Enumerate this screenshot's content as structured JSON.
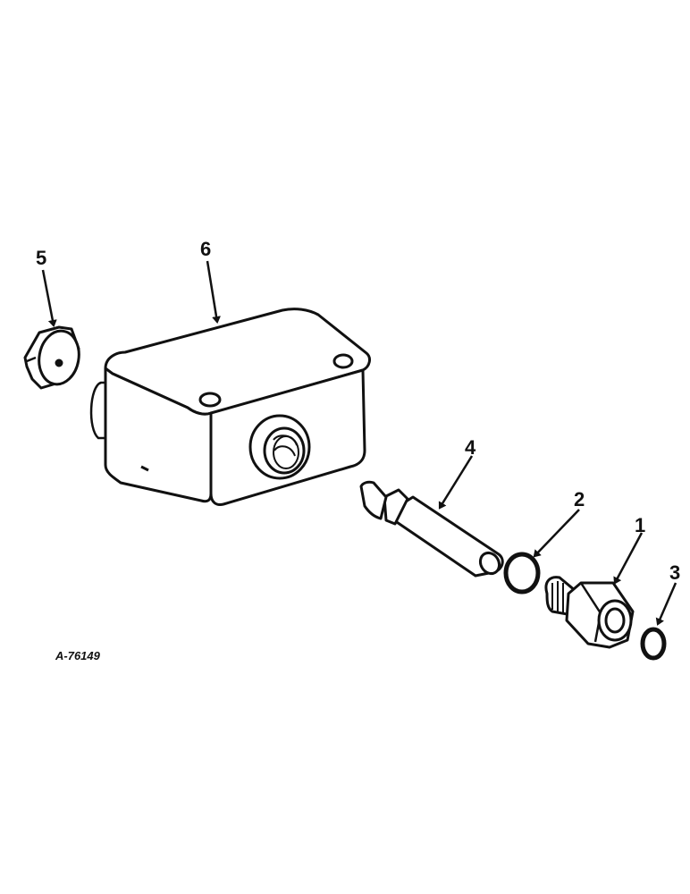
{
  "diagram": {
    "drawing_id": "A-76149",
    "callouts": [
      {
        "id": "1",
        "label": "1",
        "part": "fitting"
      },
      {
        "id": "2",
        "label": "2",
        "part": "o-ring-small"
      },
      {
        "id": "3",
        "label": "3",
        "part": "o-ring-end"
      },
      {
        "id": "4",
        "label": "4",
        "part": "needle-valve"
      },
      {
        "id": "5",
        "label": "5",
        "part": "cap"
      },
      {
        "id": "6",
        "label": "6",
        "part": "valve-body"
      }
    ],
    "colors": {
      "ink": "#111111",
      "paper": "#ffffff"
    }
  }
}
